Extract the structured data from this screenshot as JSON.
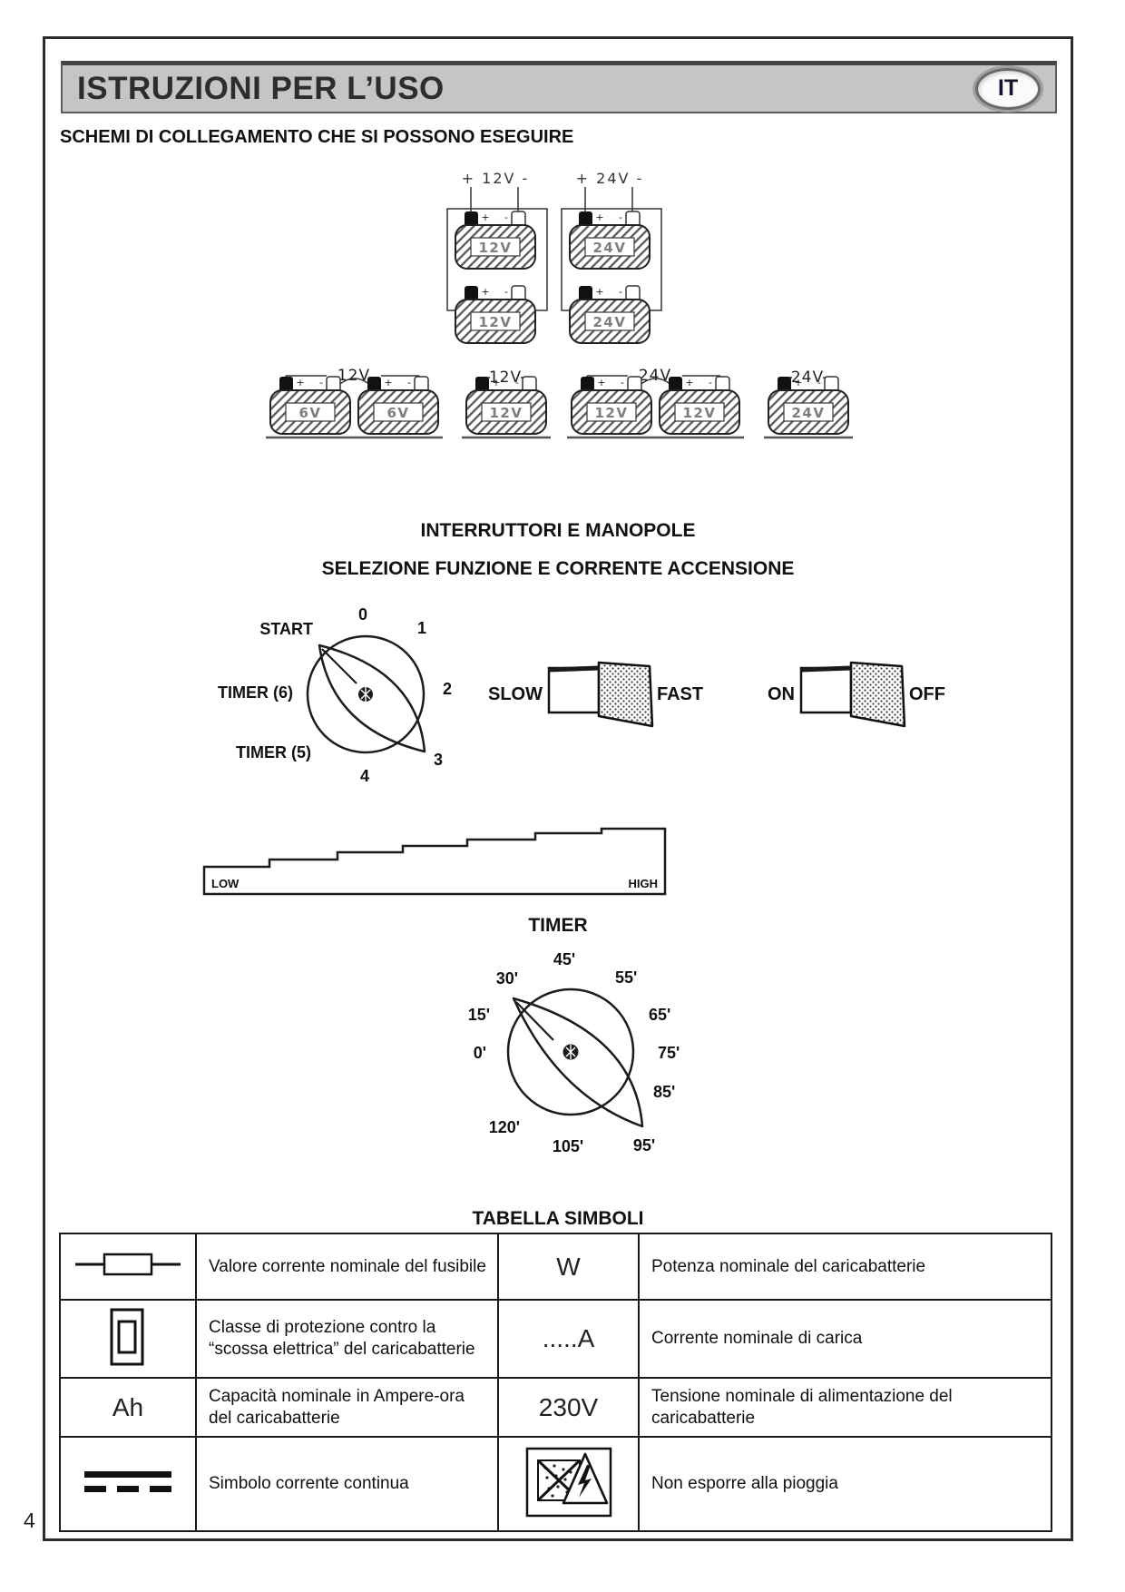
{
  "page_number": "4",
  "header": {
    "title": "ISTRUZIONI PER L’USO",
    "lang": "IT"
  },
  "headings": {
    "schemes": "SCHEMI DI COLLEGAMENTO CHE SI POSSONO ESEGUIRE",
    "controls": "INTERRUTTORI E MANOPOLE",
    "selection": "SELEZIONE FUNZIONE E CORRENTE ACCENSIONE",
    "timer": "TIMER",
    "symbols": "TABELLA SIMBOLI"
  },
  "battery_diagrams": {
    "plus_sign": "+",
    "minus_sign": "-",
    "parallel_groups": [
      {
        "top_label": "+ 12V -",
        "batteries": [
          "12V",
          "12V"
        ]
      },
      {
        "top_label": "+ 24V -",
        "batteries": [
          "24V",
          "24V"
        ]
      }
    ],
    "series_groups": [
      {
        "label": "12V",
        "batteries": [
          "6V",
          "6V"
        ]
      },
      {
        "label": "12V",
        "batteries": [
          "12V"
        ]
      },
      {
        "label": "24V",
        "batteries": [
          "12V",
          "12V"
        ]
      },
      {
        "label": "24V",
        "batteries": [
          "24V"
        ]
      }
    ]
  },
  "function_knob": {
    "positions": [
      "START",
      "0",
      "1",
      "2",
      "3",
      "4",
      "TIMER (5)",
      "TIMER (6)"
    ]
  },
  "switches": [
    {
      "left": "SLOW",
      "right": "FAST"
    },
    {
      "left": "ON",
      "right": "OFF"
    }
  ],
  "ramp": {
    "left": "LOW",
    "right": "HIGH"
  },
  "timer_knob": {
    "positions": [
      "0'",
      "15'",
      "30'",
      "45'",
      "55'",
      "65'",
      "75'",
      "85'",
      "95'",
      "105'",
      "120'"
    ]
  },
  "symbols_table": {
    "rows": [
      {
        "icon_left": "fuse-icon",
        "desc_left": "Valore corrente nominale del fusibile",
        "value_right": "W",
        "desc_right": "Potenza nominale del caricabatterie"
      },
      {
        "icon_left": "protection-class-icon",
        "desc_left": "Classe di protezione contro la “scossa elettrica” del caricabatterie",
        "value_right": ".....A",
        "desc_right": "Corrente nominale di carica"
      },
      {
        "value_left": "Ah",
        "desc_left": "Capacità nominale in Ampere-ora del caricabatterie",
        "value_right": "230V",
        "desc_right": "Tensione nominale di alimentazione del caricabatterie"
      },
      {
        "icon_left": "dc-current-icon",
        "desc_left": "Simbolo corrente continua",
        "icon_right": "no-rain-icon",
        "desc_right": "Non esporre alla pioggia"
      }
    ]
  }
}
